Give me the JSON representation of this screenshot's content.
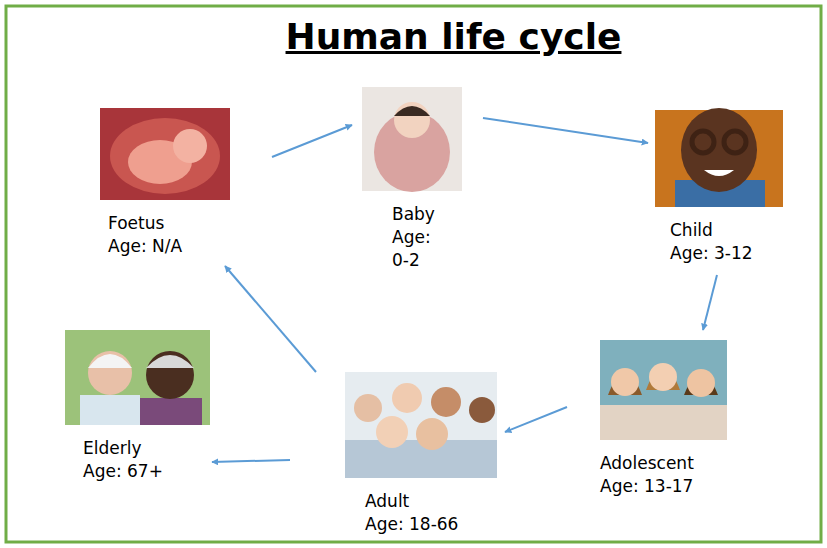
{
  "diagram": {
    "title": "Human life cycle",
    "nodes": [
      {
        "text": [
          "Foetus",
          "Age: N/A"
        ]
      },
      {
        "text": [
          "Baby",
          "Age: 0-2"
        ]
      },
      {
        "text": [
          "Child",
          "Age: 3-12"
        ]
      },
      {
        "text": [
          "Elderly",
          "Age: 67+"
        ]
      },
      {
        "text": [
          "Adult",
          "Age: 18-66"
        ]
      },
      {
        "text": [
          "Adolescent",
          "Age: 13-17"
        ]
      }
    ],
    "edges": [
      {
        "from": 0,
        "to": 1,
        "arrow": "to"
      },
      {
        "from": 1,
        "to": 2,
        "arrow": "to"
      },
      {
        "from": 2,
        "to": 5,
        "arrow": "to"
      },
      {
        "from": 5,
        "to": 4,
        "arrow": "to"
      },
      {
        "from": 4,
        "to": 3,
        "arrow": "to"
      },
      {
        "from": 4,
        "to": 0,
        "arrow": "to"
      }
    ]
  }
}
